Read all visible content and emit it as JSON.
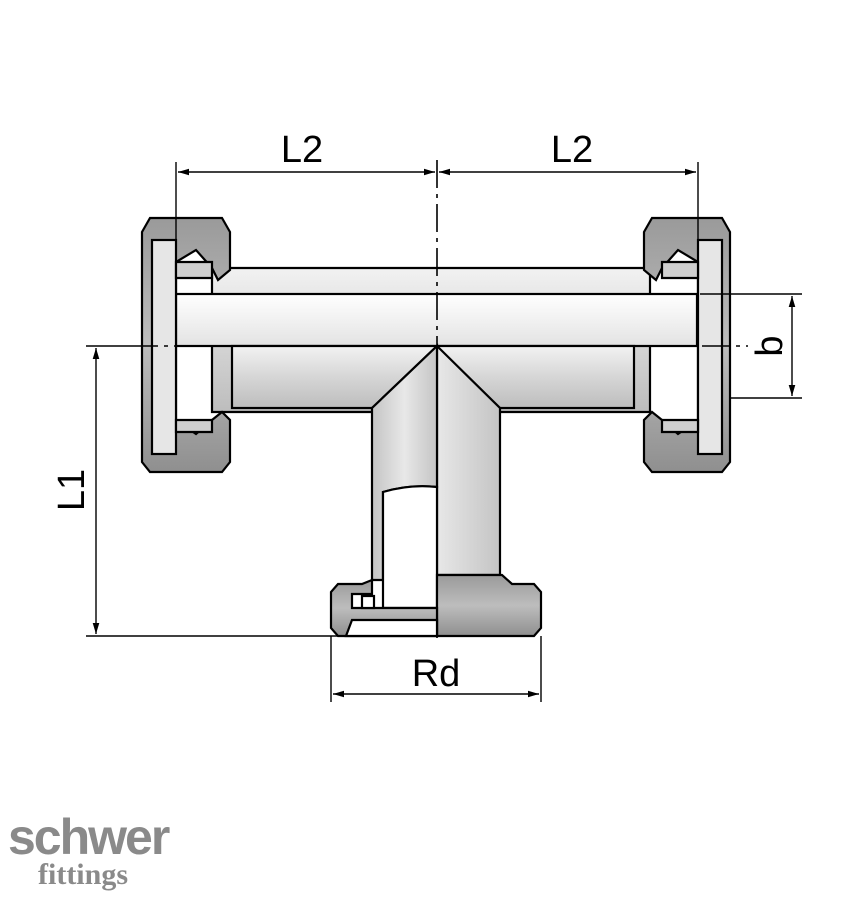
{
  "drawing": {
    "dimensions": {
      "left_half_length": "L2",
      "right_half_length": "L2",
      "branch_height": "L1",
      "bore_width": "b",
      "branch_flange": "Rd"
    }
  },
  "brand": {
    "name": "schwer",
    "tagline": "fittings"
  }
}
